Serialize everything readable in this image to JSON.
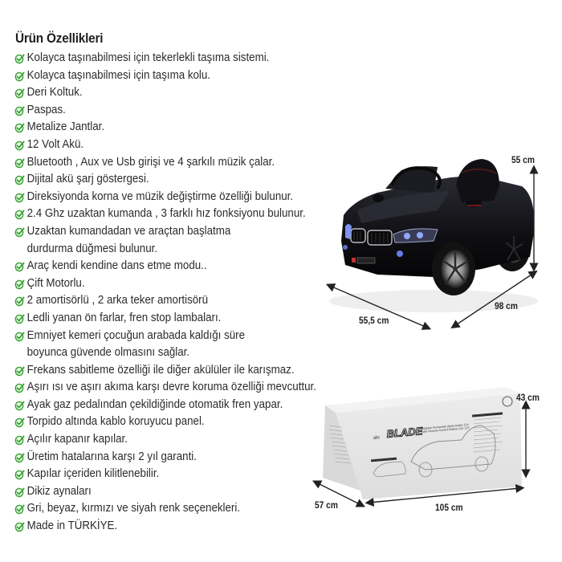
{
  "title": "Ürün Özellikleri",
  "icons": {
    "bullet": "check-circle-icon"
  },
  "colors": {
    "check": "#3aa535",
    "text": "#2b2b2b",
    "car_body": "#141418",
    "box": "#e6e6e6"
  },
  "features": [
    {
      "text": "Kolayca taşınabilmesi için tekerlekli taşıma sistemi."
    },
    {
      "text": "Kolayca taşınabilmesi için taşıma kolu."
    },
    {
      "text": "Deri Koltuk."
    },
    {
      "text": "Paspas."
    },
    {
      "text": "Metalize Jantlar."
    },
    {
      "text": "12 Volt Akü."
    },
    {
      "text": "Bluetooth , Aux ve Usb girişi ve 4 şarkılı  müzik çalar."
    },
    {
      "text": "Dijital akü şarj göstergesi."
    },
    {
      "text": "Direksiyonda korna ve müzik değiştirme özelliği bulunur."
    },
    {
      "text": "2.4 Ghz uzaktan kumanda , 3 farklı hız fonksiyonu bulunur."
    },
    {
      "text": "Uzaktan kumandadan ve araçtan başlatma",
      "cont": "durdurma düğmesi bulunur."
    },
    {
      "text": "Araç kendi kendine dans etme modu.."
    },
    {
      "text": "Çift Motorlu."
    },
    {
      "text": "2  amortisörlü ,  2 arka teker amortisörü"
    },
    {
      "text": "Ledli yanan ön farlar,  fren stop lambaları."
    },
    {
      "text": "Emniyet kemeri çocuğun arabada kaldığı süre",
      "cont": "boyunca güvende olmasını sağlar."
    },
    {
      "text": "Frekans sabitleme özelliği ile diğer akülüler ile karışmaz."
    },
    {
      "text": "Aşırı ısı ve aşırı akıma karşı devre koruma özelliği mevcuttur."
    },
    {
      "text": "Ayak gaz pedalından  çekildiğinde otomatik fren yapar."
    },
    {
      "text": "Torpido altında kablo koruyucu panel."
    },
    {
      "text": "Açılır kapanır kapılar."
    },
    {
      "text": "Üretim hatalarına karşı 2 yıl garanti."
    },
    {
      "text": "Kapılar içeriden kilitlenebilir."
    },
    {
      "text": "Dikiz aynaları"
    },
    {
      "text": "Gri, beyaz, kırmızı ve siyah renk seçenekleri."
    },
    {
      "text": "Made in TÜRKİYE."
    }
  ],
  "car": {
    "height_label": "55 cm",
    "length_label": "98 cm",
    "width_label": "55,5 cm"
  },
  "box": {
    "brand": "BLADE",
    "subtitle_tr": "Uzaktan Kumandalı Akülü Araba 12V,",
    "subtitle_en": "with Remote Control Battery Car 12V",
    "height_label": "43 cm",
    "length_label": "105 cm",
    "depth_label": "57 cm"
  }
}
